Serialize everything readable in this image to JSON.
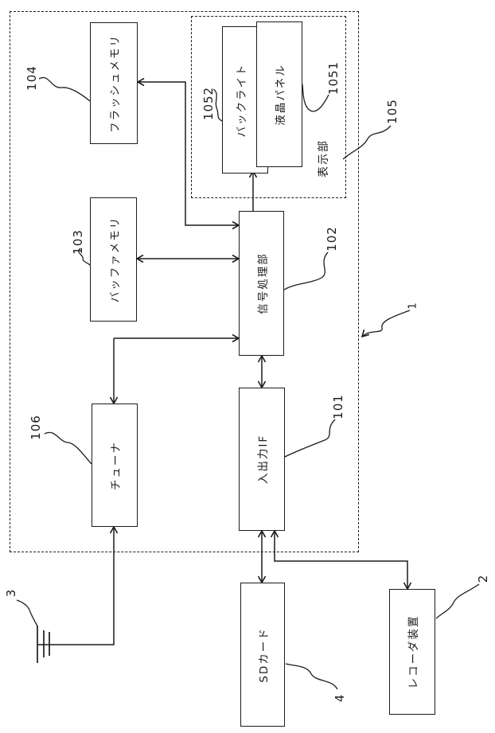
{
  "figure": {
    "blocks": {
      "flash": {
        "label": "フラッシュメモリ",
        "ref": "104"
      },
      "buffer": {
        "label": "バッファメモリ",
        "ref": "103"
      },
      "tuner": {
        "label": "チューナ",
        "ref": "106"
      },
      "signal_processor": {
        "label": "信号処理部",
        "ref": "102"
      },
      "io_interface": {
        "label": "入出力IF",
        "ref": "101"
      },
      "backlight": {
        "label": "バックライト",
        "ref": "1052"
      },
      "lcd_panel": {
        "label": "液晶パネル",
        "ref": "1051"
      },
      "sd_card": {
        "label": "SDカード",
        "ref": "4"
      },
      "recorder": {
        "label": "レコーダ装置",
        "ref": "2"
      }
    },
    "groups": {
      "device": {
        "ref": "1"
      },
      "display_unit": {
        "label": "表示部",
        "ref": "105"
      }
    },
    "antenna": {
      "ref": "3"
    },
    "colors": {
      "ink": "#1c1c1c",
      "background": "#ffffff"
    }
  }
}
